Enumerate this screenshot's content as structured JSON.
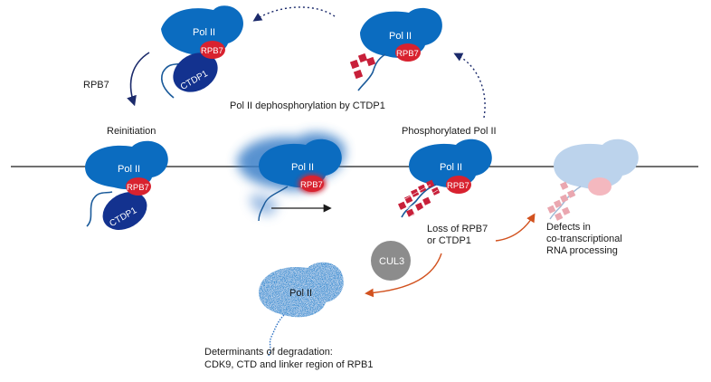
{
  "pol_label": "Pol II",
  "rpb7_label": "RPB7",
  "ctdp1_label": "CTDP1",
  "cul3_label": "CUL3",
  "labels": {
    "rpb7_arrow": "RPB7",
    "dephos": "Pol II dephosphorylation by CTDP1",
    "reinitiation": "Reinitiation",
    "phosphorylated": "Phosphorylated Pol II",
    "loss_line1": "Loss of RPB7",
    "loss_line2": "or CTDP1",
    "defects_line1": "Defects in",
    "defects_line2": "co-transcriptional",
    "defects_line3": "RNA processing",
    "determinants_line1": "Determinants of degradation:",
    "determinants_line2": "CDK9, CTD and linker region of RPB1"
  },
  "colors": {
    "pol": "#0b6cc0",
    "rpb7": "#d8222f",
    "ctdp1": "#13328f",
    "phospho": "#c8203a",
    "arrow_dark": "#1b2a6b",
    "arrow_orange": "#d2521f",
    "faded_pol": "#bcd3ec",
    "faded_rpb7": "#f4b8bf",
    "cul3": "#8c8c8c",
    "tail": "#1a5a9a"
  }
}
